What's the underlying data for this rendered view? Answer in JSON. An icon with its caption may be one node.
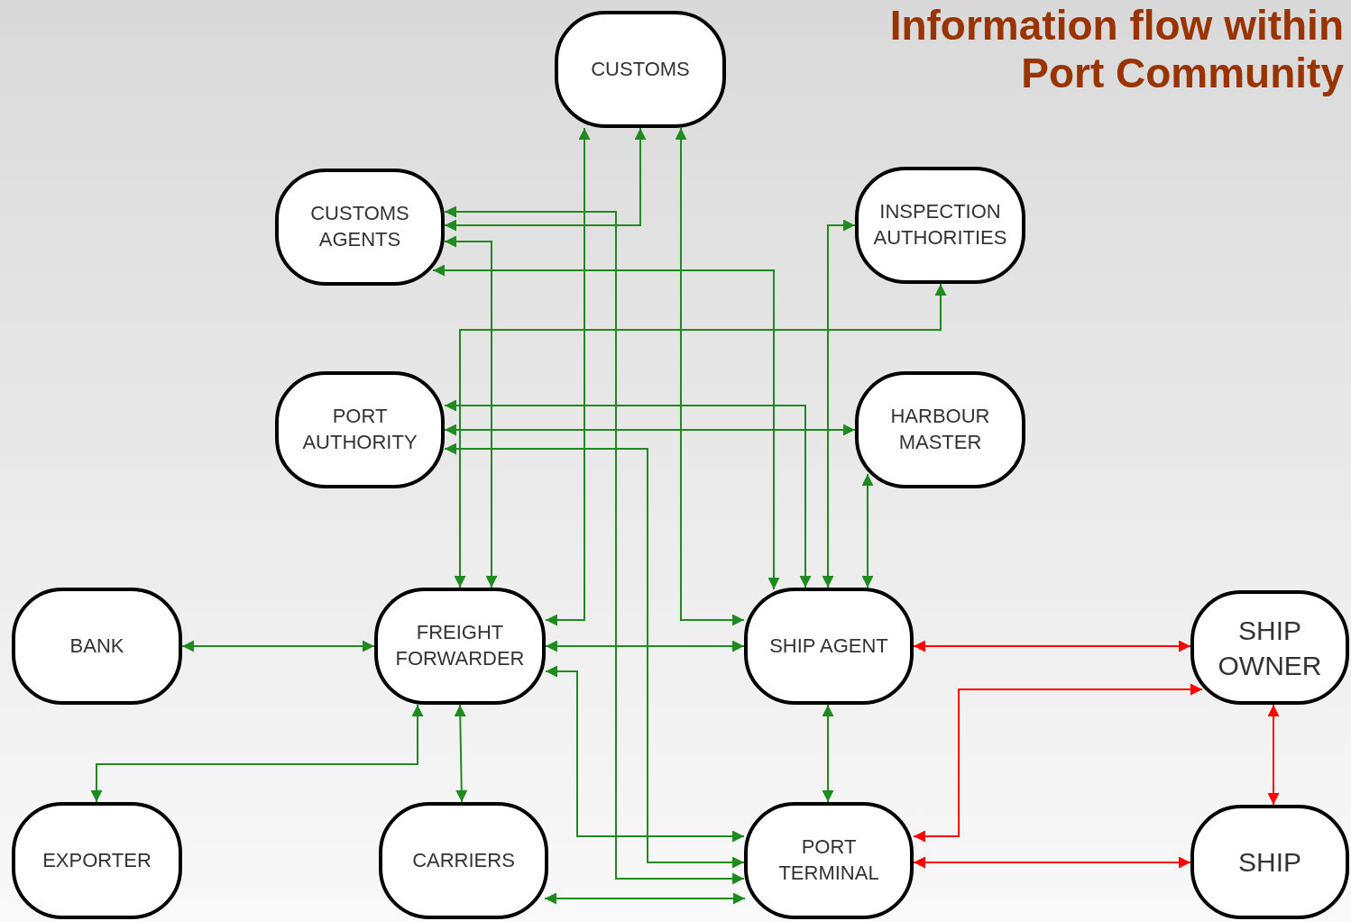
{
  "diagram": {
    "title": "Information flow within Port Community",
    "nodes": [
      {
        "text": [
          "CUSTOMS"
        ]
      },
      {
        "text": [
          "CUSTOMS AGENTS"
        ]
      },
      {
        "text": [
          "INSPECTION AUTHORITIES"
        ]
      },
      {
        "text": [
          "PORT AUTHORITY"
        ]
      },
      {
        "text": [
          "HARBOUR MASTER"
        ]
      },
      {
        "text": [
          "BANK"
        ]
      },
      {
        "text": [
          "FREIGHT FORWARDER"
        ]
      },
      {
        "text": [
          "SHIP AGENT"
        ]
      },
      {
        "text": [
          "SHIP OWNER"
        ]
      },
      {
        "text": [
          "EXPORTER"
        ]
      },
      {
        "text": [
          "CARRIERS"
        ]
      },
      {
        "text": [
          "PORT TERMINAL"
        ]
      },
      {
        "text": [
          "SHIP"
        ]
      }
    ],
    "edges": [
      {
        "from": 0,
        "to": 6,
        "arrow": "both"
      },
      {
        "from": 0,
        "to": 1,
        "arrow": "both"
      },
      {
        "from": 0,
        "to": 7,
        "arrow": "both"
      },
      {
        "from": 1,
        "to": 6,
        "arrow": "both"
      },
      {
        "from": 1,
        "to": 7,
        "arrow": "both"
      },
      {
        "from": 1,
        "to": 11,
        "arrow": "both"
      },
      {
        "from": 2,
        "to": 6,
        "arrow": "both"
      },
      {
        "from": 2,
        "to": 7,
        "arrow": "both"
      },
      {
        "from": 3,
        "to": 7,
        "arrow": "both"
      },
      {
        "from": 3,
        "to": 4,
        "arrow": "both"
      },
      {
        "from": 3,
        "to": 11,
        "arrow": "both"
      },
      {
        "from": 4,
        "to": 7,
        "arrow": "both"
      },
      {
        "from": 5,
        "to": 6,
        "arrow": "both"
      },
      {
        "from": 6,
        "to": 7,
        "arrow": "both"
      },
      {
        "from": 6,
        "to": 9,
        "arrow": "both"
      },
      {
        "from": 6,
        "to": 10,
        "arrow": "both"
      },
      {
        "from": 6,
        "to": 11,
        "arrow": "both"
      },
      {
        "from": 7,
        "to": 11,
        "arrow": "both"
      },
      {
        "from": 7,
        "to": 8,
        "arrow": "both",
        "color": "#ff0000"
      },
      {
        "from": 11,
        "to": 8,
        "arrow": "both",
        "color": "#ff0000"
      },
      {
        "from": 11,
        "to": 12,
        "arrow": "both",
        "color": "#ff0000"
      },
      {
        "from": 8,
        "to": 12,
        "arrow": "both",
        "color": "#ff0000"
      },
      {
        "from": 10,
        "to": 11,
        "arrow": "both"
      }
    ]
  }
}
